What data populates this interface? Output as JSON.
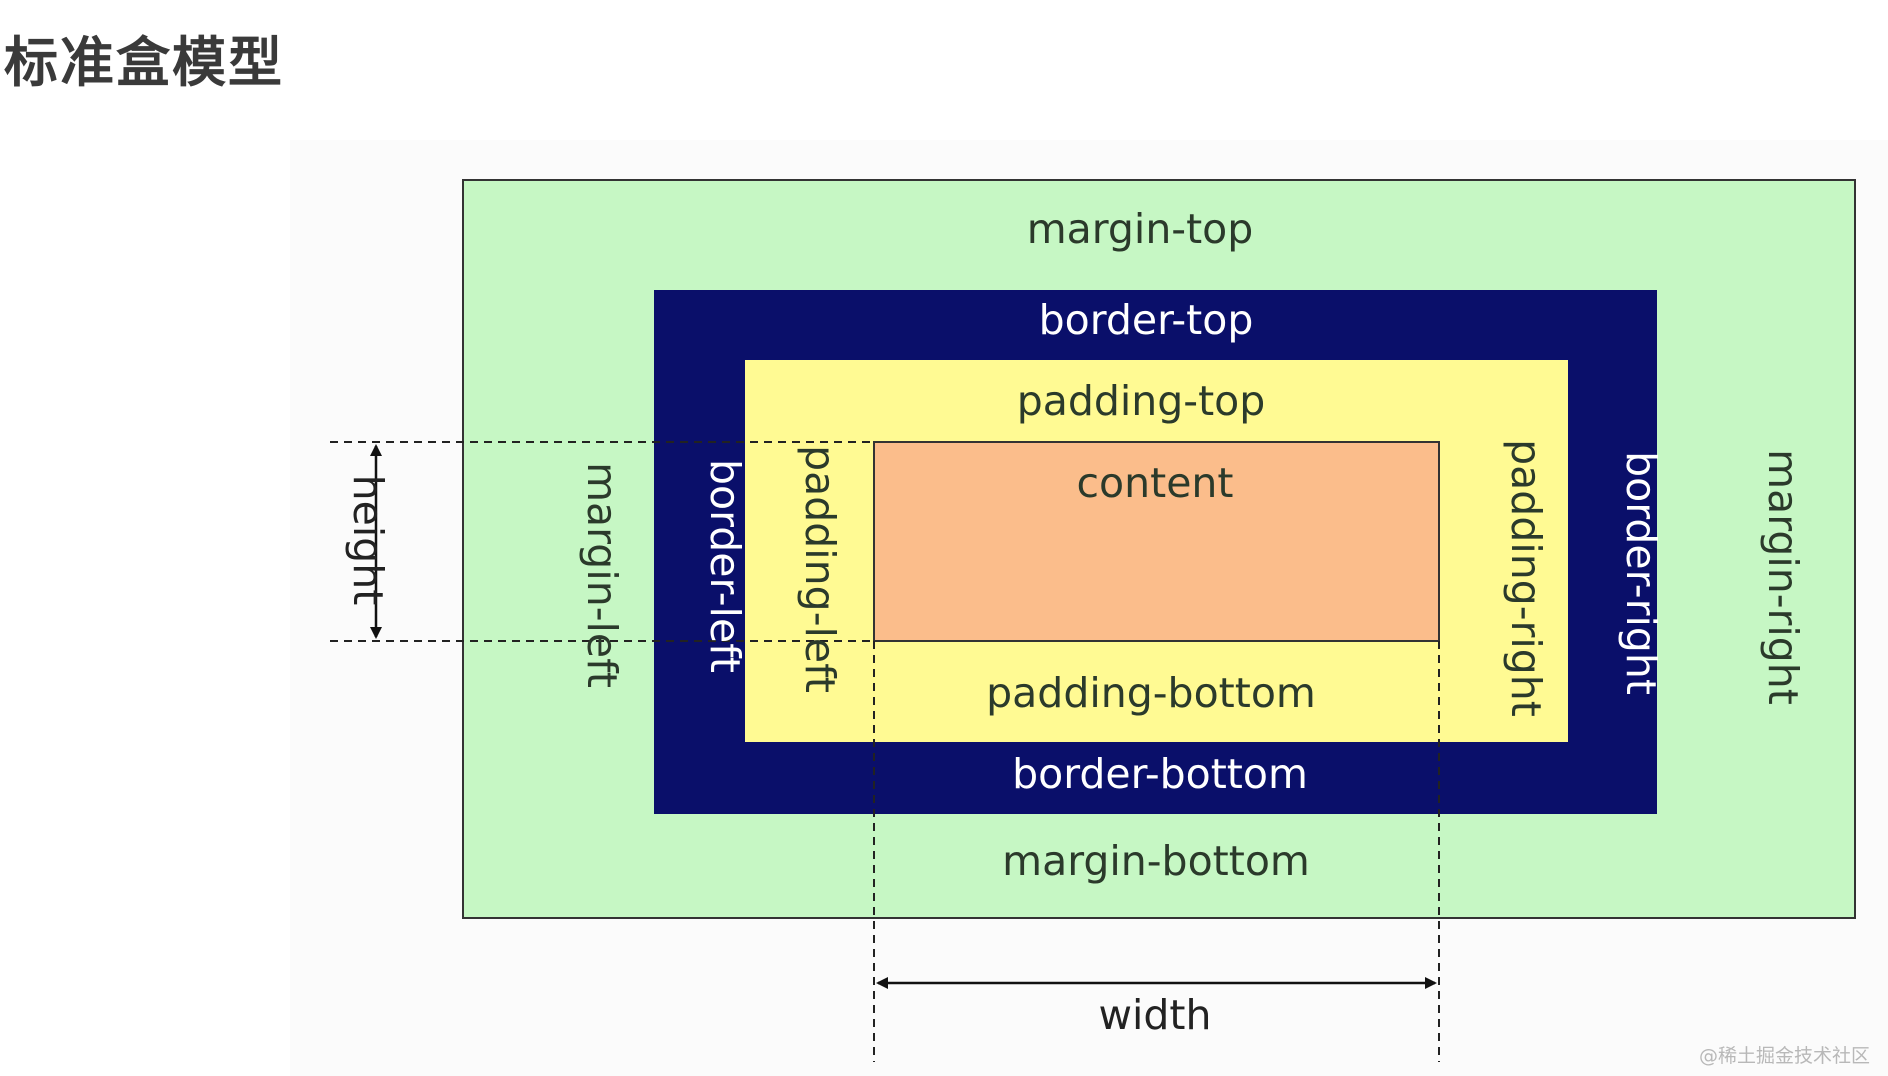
{
  "title": "标准盒模型",
  "labels": {
    "margin_top": "margin-top",
    "margin_bottom": "margin-bottom",
    "margin_left": "margin-left",
    "margin_right": "margin-right",
    "border_top": "border-top",
    "border_bottom": "border-bottom",
    "border_left": "border-left",
    "border_right": "border-right",
    "padding_top": "padding-top",
    "padding_bottom": "padding-bottom",
    "padding_left": "padding-left",
    "padding_right": "padding-right",
    "content": "content",
    "height": "height",
    "width": "width"
  },
  "watermark": "@稀土掘金技术社区",
  "colors": {
    "margin": "#c6f7c4",
    "border": "#0a0f6a",
    "padding": "#fffa93",
    "content": "#fbbd8b",
    "outline": "#333333"
  }
}
